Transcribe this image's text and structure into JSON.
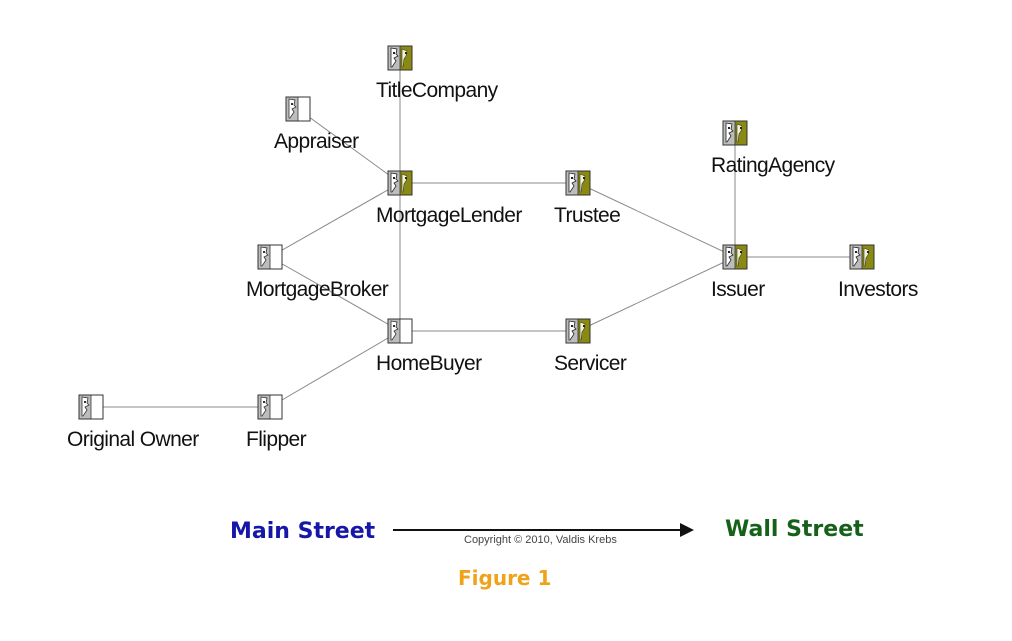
{
  "nodes": [
    {
      "id": "title_company",
      "label": "TitleCompany",
      "icon": "institution-icon"
    },
    {
      "id": "appraiser",
      "label": "Appraiser",
      "icon": "person-icon"
    },
    {
      "id": "mortgage_lender",
      "label": "MortgageLender",
      "icon": "institution-icon"
    },
    {
      "id": "trustee",
      "label": "Trustee",
      "icon": "institution-icon"
    },
    {
      "id": "rating_agency",
      "label": "RatingAgency",
      "icon": "institution-icon"
    },
    {
      "id": "mortgage_broker",
      "label": "MortgageBroker",
      "icon": "person-icon"
    },
    {
      "id": "issuer",
      "label": "Issuer",
      "icon": "institution-icon"
    },
    {
      "id": "investors",
      "label": "Investors",
      "icon": "institution-icon"
    },
    {
      "id": "home_buyer",
      "label": "HomeBuyer",
      "icon": "person-icon"
    },
    {
      "id": "servicer",
      "label": "Servicer",
      "icon": "institution-icon"
    },
    {
      "id": "original_owner",
      "label": "Original Owner",
      "icon": "person-icon"
    },
    {
      "id": "flipper",
      "label": "Flipper",
      "icon": "person-icon"
    }
  ],
  "edges": [
    [
      "title_company",
      "mortgage_lender"
    ],
    [
      "appraiser",
      "mortgage_lender"
    ],
    [
      "mortgage_lender",
      "trustee"
    ],
    [
      "mortgage_lender",
      "mortgage_broker"
    ],
    [
      "mortgage_lender",
      "home_buyer"
    ],
    [
      "mortgage_broker",
      "home_buyer"
    ],
    [
      "trustee",
      "issuer"
    ],
    [
      "rating_agency",
      "issuer"
    ],
    [
      "issuer",
      "investors"
    ],
    [
      "issuer",
      "servicer"
    ],
    [
      "home_buyer",
      "servicer"
    ],
    [
      "home_buyer",
      "flipper"
    ],
    [
      "original_owner",
      "flipper"
    ]
  ],
  "footer": {
    "left_label": "Main Street",
    "right_label": "Wall Street",
    "copyright": "Copyright © 2010, Valdis Krebs",
    "figure_caption": "Figure 1"
  },
  "colors": {
    "main_street": "#1616a8",
    "wall_street": "#16611a",
    "figure_caption": "#f0a31a",
    "institution_accent": "#8a8a12",
    "person_fill": "#ffffff",
    "icon_gray": "#bdbdbd"
  }
}
